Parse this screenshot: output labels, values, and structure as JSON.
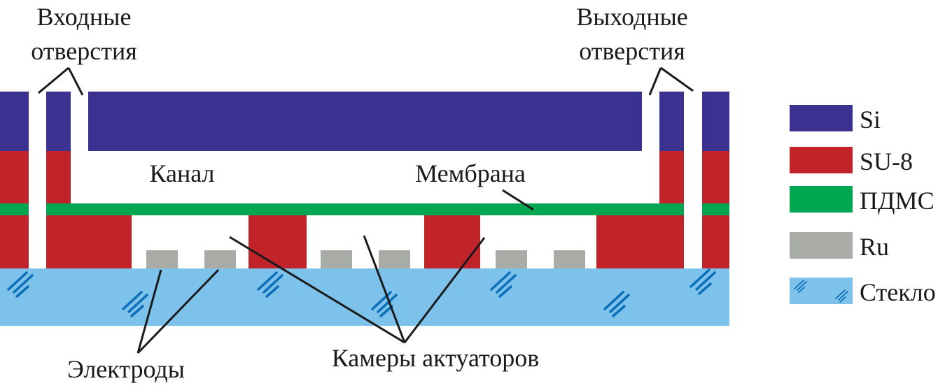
{
  "labels": {
    "inlets": [
      "Входные",
      "отверстия"
    ],
    "outlets": [
      "Выходные",
      "отверстия"
    ],
    "channel": "Канал",
    "membrane": "Мембрана",
    "electrodes": "Электроды",
    "actuator_chambers": "Камеры актуаторов"
  },
  "legend": [
    {
      "label": "Si",
      "color": "#3a3190"
    },
    {
      "label": "SU-8",
      "color": "#c1232a"
    },
    {
      "label": "ПДМС",
      "color": "#00a650"
    },
    {
      "label": "Ru",
      "color": "#a9aba6"
    },
    {
      "label": "Стекло",
      "color": "#7dc2ea"
    }
  ],
  "hatch_color": "#0a6fb8"
}
